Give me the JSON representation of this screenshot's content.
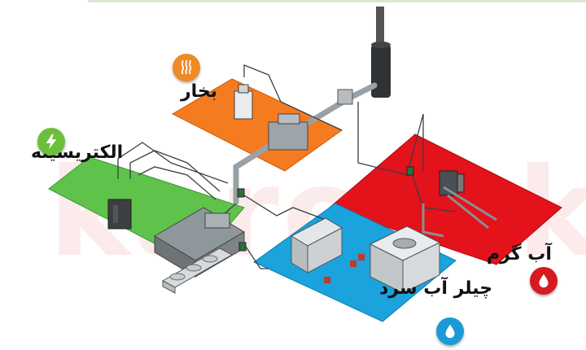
{
  "labels": {
    "electricity": "الکتریسیته",
    "steam": "بخار",
    "hot_water": "آب گرم",
    "chilled_water": "چیلر آب سرد"
  },
  "watermark": "karotek",
  "colors": {
    "electricity_panel": "#5fc34b",
    "steam_panel": "#f47b20",
    "hot_water_panel": "#e3121b",
    "chilled_panel": "#1aa3dd",
    "electric_badge": "#6cbf3a",
    "steam_badge": "#f08a24",
    "hot_badge": "#d71920",
    "chilled_badge": "#1b9ad6"
  },
  "icons": {
    "electricity": "lightning-bolt-icon",
    "steam": "steam-wave-icon",
    "hot_water": "water-drop-icon",
    "chilled_water": "water-drop-icon"
  }
}
